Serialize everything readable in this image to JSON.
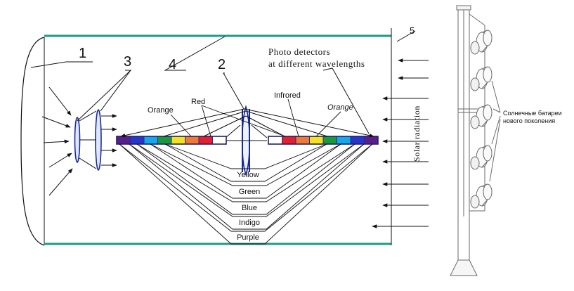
{
  "diagram": {
    "callouts": [
      "1",
      "2",
      "3",
      "4",
      "5"
    ],
    "photo_detectors_line1": "Photo detectors",
    "photo_detectors_line2": "at different wavelengths",
    "solar_radiation": "Solar radiation",
    "upper_labels": {
      "orange_left": "Orange",
      "red": "Red",
      "infrared": "Infrored",
      "orange_right": "Orange"
    },
    "spectrum_labels": [
      "Yellow",
      "Green",
      "Blue",
      "Indigo",
      "Purple"
    ]
  },
  "tower": {
    "caption_line1": "Солнечные батареи",
    "caption_line2": "нового поколения"
  },
  "colors": {
    "tube_edge": "#1f9a8c",
    "lens_blue": "#1a2a9a",
    "strip_outline": "#2a2a8a",
    "segments_left": [
      "#5a1e8a",
      "#2536c8",
      "#16a9e8",
      "#1a9a3a",
      "#f5e31a",
      "#f07a32",
      "#e81e2a",
      "#ffffff"
    ],
    "segments_right": [
      "#ffffff",
      "#e81e2a",
      "#f07a32",
      "#f5e31a",
      "#1a9a3a",
      "#16a9e8",
      "#2536c8",
      "#5a1e8a"
    ]
  }
}
